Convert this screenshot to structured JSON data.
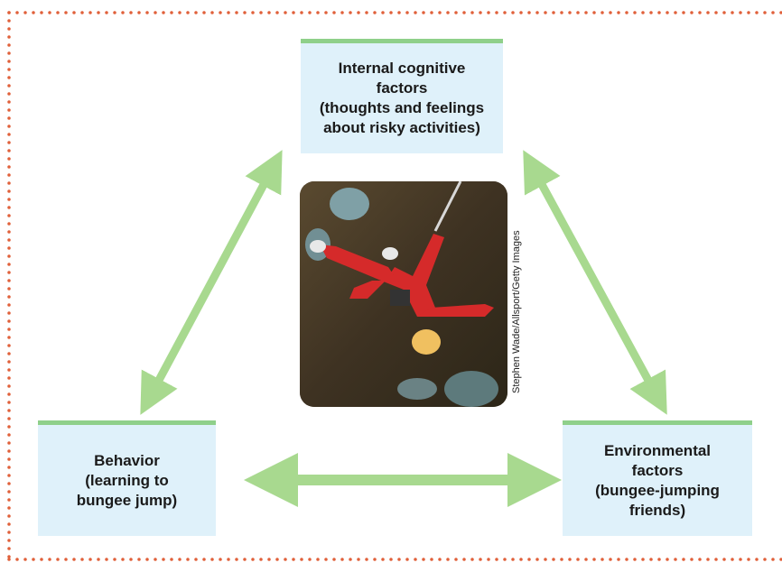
{
  "colors": {
    "box_fill": "#dff1fa",
    "box_top_bar": "#8fd08a",
    "arrow": "#a8d98f",
    "border_dots": "#e0603a"
  },
  "nodes": {
    "top": "Internal cognitive\nfactors\n(thoughts and feelings\nabout risky activities)",
    "left": "Behavior\n(learning to\nbungee jump)",
    "right": "Environmental\nfactors\n(bungee-jumping\nfriends)"
  },
  "photo": {
    "credit": "Stephen Wade/Allsport/Getty Images"
  }
}
